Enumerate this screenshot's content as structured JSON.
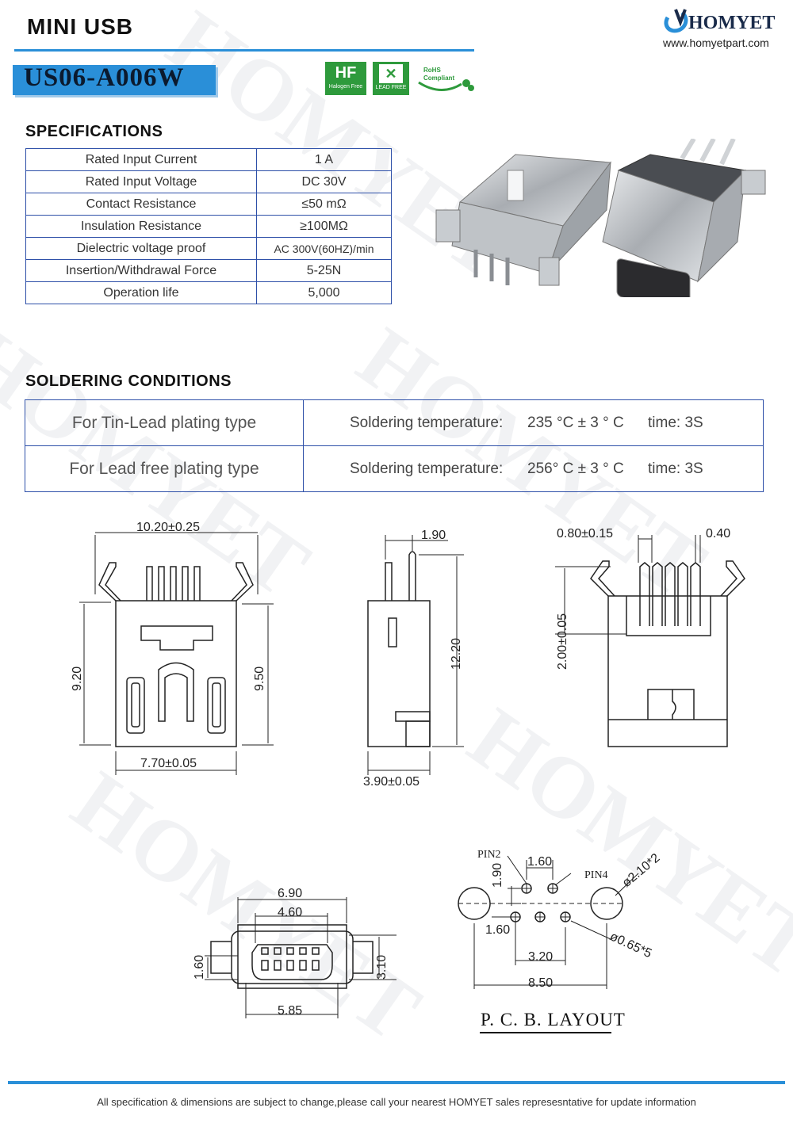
{
  "header": {
    "product_type": "MINI USB",
    "part_number": "US06-A006W",
    "brand": "HOMYET",
    "website": "www.homyetpart.com"
  },
  "badges": {
    "halogen_free": "Halogen Free",
    "lead_free": "LEAD FREE",
    "rohs": "RoHS Compliant"
  },
  "specifications": {
    "title": "SPECIFICATIONS",
    "rows": [
      {
        "label": "Rated Input Current",
        "value": "1 A"
      },
      {
        "label": "Rated Input Voltage",
        "value": "DC  30V"
      },
      {
        "label": "Contact Resistance",
        "value": "≤50 mΩ"
      },
      {
        "label": "Insulation Resistance",
        "value": "≥100MΩ"
      },
      {
        "label": "Dielectric voltage proof",
        "value": "AC 300V(60HZ)/min"
      },
      {
        "label": "Insertion/Withdrawal Force",
        "value": "5-25N"
      },
      {
        "label": "Operation life",
        "value": "5,000"
      }
    ]
  },
  "soldering": {
    "title": "SOLDERING  CONDITIONS",
    "rows": [
      {
        "type": "For Tin-Lead plating type",
        "temp_label": "Soldering temperature:",
        "temp": "235 °C ± 3 ° C",
        "time": "time: 3S"
      },
      {
        "type": "For Lead free plating type",
        "temp_label": "Soldering temperature:",
        "temp": "256° C ± 3 ° C",
        "time": "time: 3S"
      }
    ]
  },
  "drawings": {
    "front": {
      "width": "10.20±0.25",
      "height_left": "9.20",
      "height_right": "9.50",
      "body_width": "7.70±0.05"
    },
    "side": {
      "top": "1.90",
      "height": "12.20",
      "depth": "3.90±0.05"
    },
    "back": {
      "pitch": "0.80±0.15",
      "pin": "0.40",
      "offset": "2.00±0.05"
    },
    "bottom": {
      "outer": "6.90",
      "inner": "4.60",
      "height_left": "1.60",
      "height_right": "3.10",
      "base": "5.85"
    },
    "pcb": {
      "pin2": "PIN2",
      "pin4": "PIN4",
      "dim_160_top": "1.60",
      "dim_190": "1.90",
      "dim_210": "ø2.10*2",
      "dim_160_left": "1.60",
      "dim_065": "ø0.65*5",
      "dim_320": "3.20",
      "dim_850": "8.50",
      "title": "P. C. B.  LAYOUT"
    }
  },
  "watermark": "HOMYET",
  "footer": "All specification & dimensions are subject to change,please call your nearest HOMYET sales represesntative for update information"
}
